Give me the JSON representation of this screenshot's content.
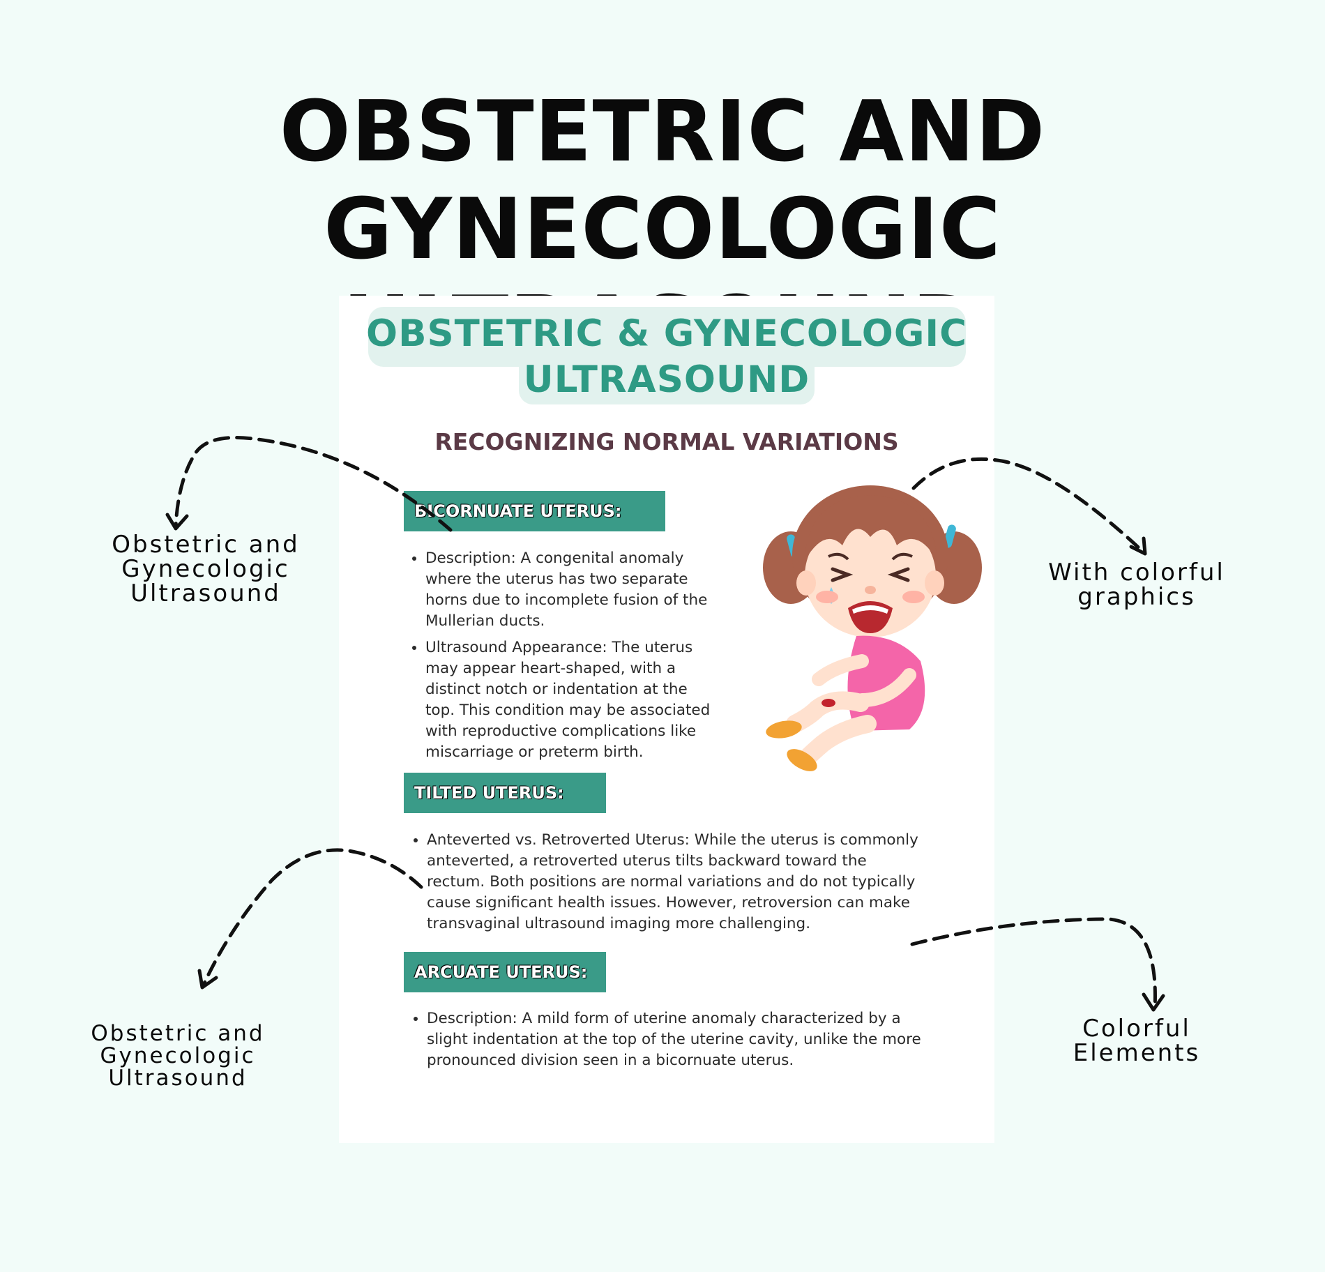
{
  "main_title": {
    "line1": "OBSTETRIC AND GYNECOLOGIC",
    "line2": "ULTRASOUND"
  },
  "document": {
    "title_line1": "OBSTETRIC & GYNECOLOGIC",
    "title_line2": "ULTRASOUND",
    "subtitle": "RECOGNIZING NORMAL VARIATIONS",
    "sections": [
      {
        "heading": "BICORNUATE UTERUS:",
        "bullets": [
          "Description: A congenital anomaly where the uterus has two separate horns due to incomplete fusion of the Mullerian ducts.",
          "Ultrasound Appearance: The uterus may appear heart-shaped, with a distinct notch or indentation at the top. This condition may be associated with reproductive complications like miscarriage or preterm birth."
        ]
      },
      {
        "heading": "TILTED UTERUS:",
        "bullets": [
          "Anteverted vs. Retroverted Uterus: While the uterus is commonly anteverted, a retroverted uterus tilts backward toward the rectum. Both positions are normal variations and do not typically cause significant health issues. However, retroversion can make transvaginal ultrasound imaging more challenging."
        ]
      },
      {
        "heading": "ARCUATE UTERUS:",
        "bullets": [
          "Description: A mild form of uterine anomaly characterized by a slight indentation at the top of the uterine cavity, unlike the more pronounced division seen in a bicornuate uterus."
        ]
      }
    ]
  },
  "callouts": {
    "top_left": [
      "Obstetric and",
      "Gynecologic",
      "Ultrasound"
    ],
    "top_right": [
      "With colorful",
      "graphics"
    ],
    "bottom_left": [
      "Obstetric and",
      "Gynecologic",
      "Ultrasound"
    ],
    "bottom_right": [
      "Colorful",
      "Elements"
    ]
  },
  "colors": {
    "background": "#f2fcf9",
    "accent_teal": "#3a9b88",
    "title_teal": "#2e9a84",
    "subtitle_plum": "#5b3a46"
  },
  "icons": {
    "illustration": "crying-girl-illustration",
    "arrows": "dashed-curved-arrow-icon"
  }
}
